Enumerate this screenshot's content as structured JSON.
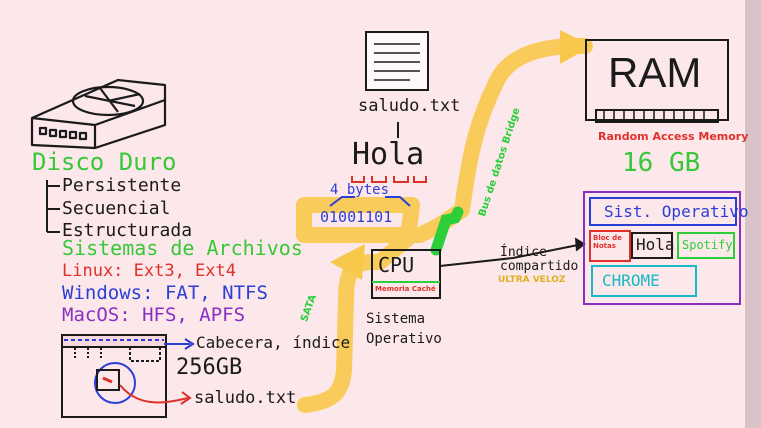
{
  "colors": {
    "background": "#fce7eb",
    "ink": "#1b1b1b",
    "green": "#37c837",
    "red": "#e0302a",
    "blue": "#2b3fd6",
    "purple": "#8a2fc2",
    "cyan": "#18b8c4",
    "yellow": "#f8c84a",
    "bus_green": "#2ccf3a"
  },
  "disk": {
    "title": "Disco Duro",
    "properties": [
      "Persistente",
      "Secuencial",
      "Estructurada"
    ],
    "fs_title": "Sistemas de Archivos",
    "fs": [
      {
        "label": "Linux: Ext3, Ext4",
        "color": "red"
      },
      {
        "label": "Windows: FAT, NTFS",
        "color": "blue"
      },
      {
        "label": "MacOS: HFS, APFS",
        "color": "purple"
      }
    ],
    "header_label": "Cabecera, índice",
    "size": "256GB",
    "file": "saludo.txt"
  },
  "file_node": {
    "name": "saludo.txt",
    "content": "Hola",
    "size": "4 bytes",
    "binary": "01001101"
  },
  "cpu": {
    "label": "CPU",
    "cache": "Memoria Caché",
    "os_label": "Sistema Operativo"
  },
  "bus": {
    "side_label": "SATA",
    "bridge_label": "Bus de datos Bridge"
  },
  "ram": {
    "title": "RAM",
    "subtitle": "Random Access Memory",
    "size": "16 GB"
  },
  "link": {
    "label": "Índice compartido",
    "speed": "ULTRA VELOZ"
  },
  "memory_map": {
    "os": "Sist. Operativo",
    "notepad": "Bloc de Notas",
    "hola": "Hola",
    "spotify": "Spotify",
    "chrome": "CHROME"
  }
}
